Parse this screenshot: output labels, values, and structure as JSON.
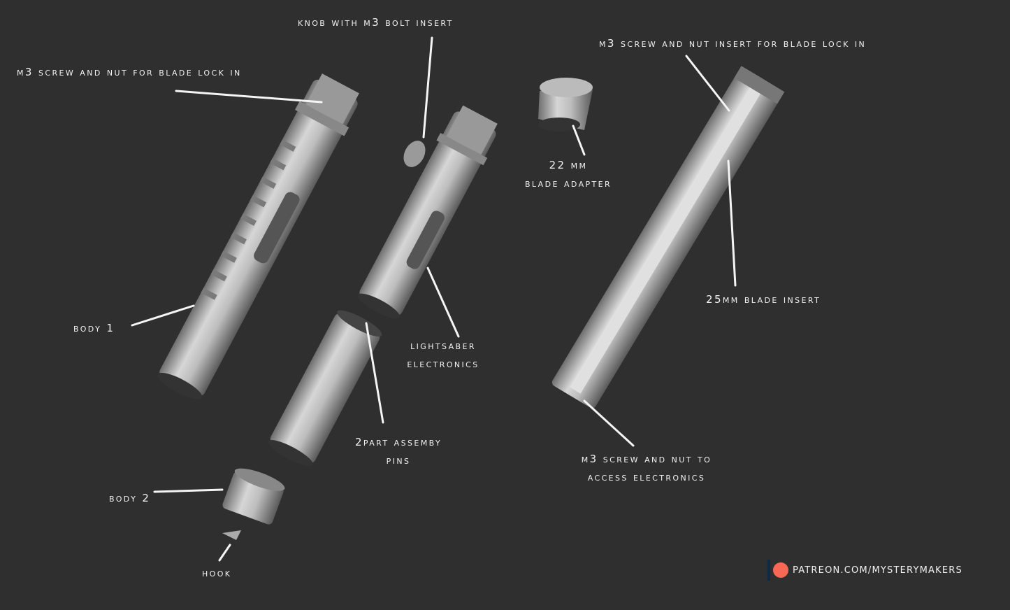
{
  "labels": {
    "knob": "knob with M3 bolt insert",
    "m3_blade_lock": "M3 screw and nut for blade lock in",
    "m3_insert_blade_lock": "M3 screw and nut insert for blade lock in",
    "adapter_line1": "22 mm",
    "adapter_line2": "blade adapter",
    "blade_insert": "25mm blade insert",
    "body1": "body 1",
    "electronics_line1": "lightsaber",
    "electronics_line2": "electronics",
    "pins_line1": "2part assemby",
    "pins_line2": "pins",
    "access_line1": "M3 screw and nut to",
    "access_line2": "access electronics",
    "body2": "body 2",
    "hook": "hook"
  },
  "footer": {
    "patreon_url": "PATREON.COM/MYSTERYMAKERS",
    "patreon_color": "#f96854"
  }
}
